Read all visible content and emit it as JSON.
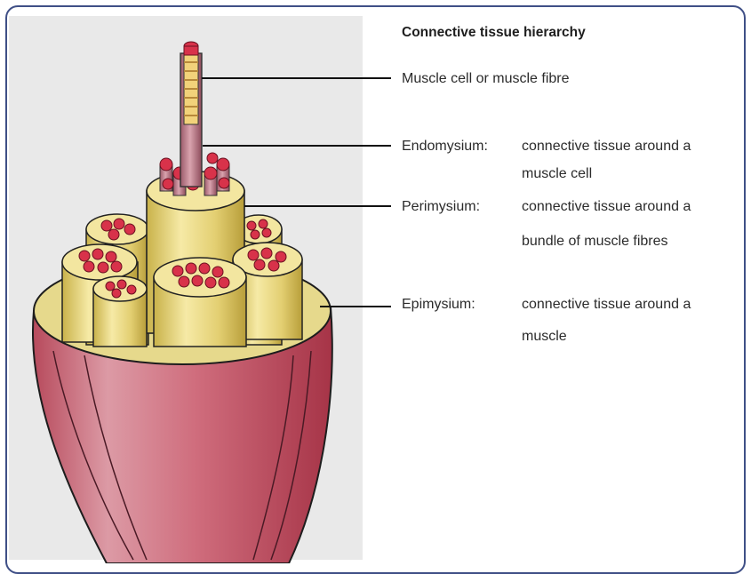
{
  "title": "Connective tissue hierarchy",
  "labels": {
    "fibre": {
      "text": "Muscle cell or muscle fibre"
    },
    "endomysium": {
      "term": "Endomysium:",
      "desc_line1": "connective tissue around a",
      "desc_line2": "muscle cell"
    },
    "perimysium": {
      "term": "Perimysium:",
      "desc_line1": "connective tissue around a",
      "desc_line2": "bundle of muscle fibres"
    },
    "epimysium": {
      "term": "Epimysium:",
      "desc_line1": "connective tissue around a",
      "desc_line2": "muscle"
    }
  },
  "colors": {
    "frame": "#3f4f86",
    "epimysium": "#c8485a",
    "perimysium": "#e8d88a",
    "fibre_end": "#d8324a",
    "background_panel": "#e9e9e9"
  }
}
